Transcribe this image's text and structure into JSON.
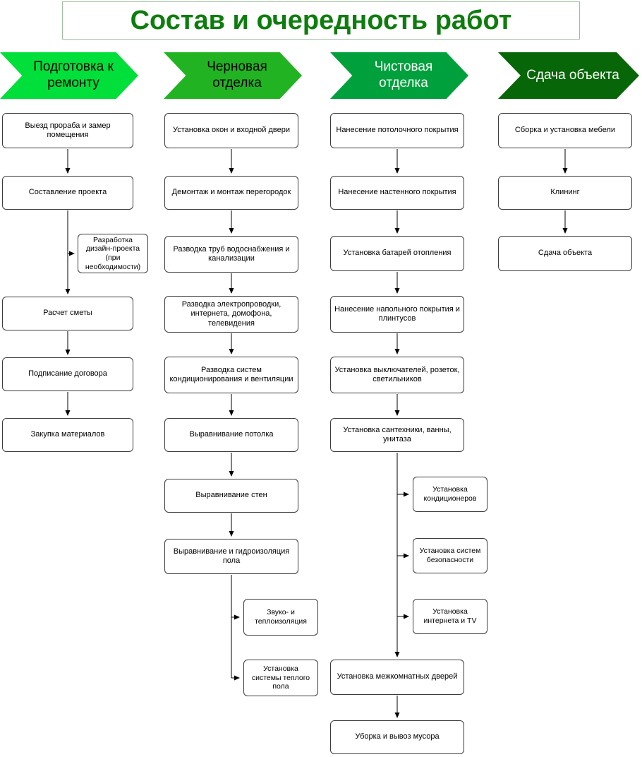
{
  "title": "Состав и очередность работ",
  "columns": [
    {
      "header": "Подготовка к ремонту",
      "color": "#00df3a",
      "text_color": "#000000",
      "nodes": [
        "Выезд прораба и замер помещения",
        "Составление проекта",
        "Расчет сметы",
        "Подписание договора",
        "Закупка материалов"
      ],
      "side_nodes": [
        "Разработка дизайн-проекта (при необходимости)"
      ]
    },
    {
      "header": "Черновая отделка",
      "color": "#22b322",
      "text_color": "#000000",
      "nodes": [
        "Установка окон и входной двери",
        "Демонтаж и монтаж перегородок",
        "Разводка труб водоснабжения и канализации",
        "Разводка электропроводки, интернета, домофона, телевидения",
        "Разводка систем кондиционирования и вентиляции",
        "Выравнивание потолка",
        "Выравнивание стен",
        "Выравнивание и гидроизоляция пола"
      ],
      "side_nodes": [
        "Звуко- и теплоизоляция",
        "Установка системы теплого пола"
      ]
    },
    {
      "header": "Чистовая отделка",
      "color": "#00a03c",
      "text_color": "#ffffff",
      "nodes": [
        "Нанесение потолочного покрытия",
        "Нанесение настенного покрытия",
        "Установка батарей отопления",
        "Нанесение напольного покрытия и плинтусов",
        "Установка выключателей, розеток, светильников",
        "Установка сантехники, ванны, унитаза",
        "Установка межкомнатных дверей",
        "Уборка и вывоз мусора"
      ],
      "side_nodes": [
        "Установка кондиционеров",
        "Установка систем безопасности",
        "Установка интернета и TV"
      ]
    },
    {
      "header": "Сдача объекта",
      "color": "#076607",
      "text_color": "#ffffff",
      "nodes": [
        "Сборка и установка мебели",
        "Клининг",
        "Сдача объекта"
      ],
      "side_nodes": []
    }
  ]
}
